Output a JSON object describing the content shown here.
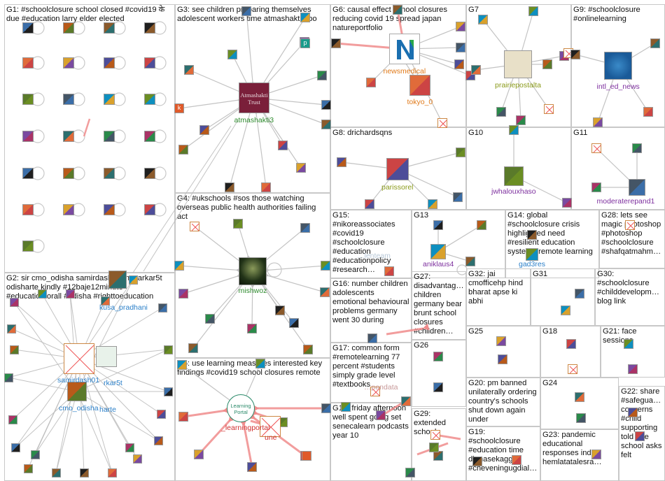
{
  "graph": {
    "groups": [
      {
        "id": "G1",
        "label": "G1: #schoolclosure school closed #covid19 के due #education larry elder elected"
      },
      {
        "id": "G2",
        "label": "G2: sir cmo_odisha samirdash01 mosarkar5t odisharte kindly #12baje12minute #educationforall #odisha #righttoeducation"
      },
      {
        "id": "G3",
        "label": "G3: see children preparing themselves adolescent workers time atmashakti3 bo"
      },
      {
        "id": "G4",
        "label": "G4: #ukschools #sos those watching overseas public health authorities failing act"
      },
      {
        "id": "G5",
        "label": "G5: use learning measures interested key findings #covid19 school closures remote"
      },
      {
        "id": "G6",
        "label": "G6: causal effect school closures reducing covid 19 spread japan natureportfolio"
      },
      {
        "id": "G7",
        "label": "G7"
      },
      {
        "id": "G8",
        "label": "G8: drichardsqns"
      },
      {
        "id": "G9",
        "label": "G9: #schoolclosure #onlinelearning"
      },
      {
        "id": "G10",
        "label": "G10"
      },
      {
        "id": "G11",
        "label": "G11"
      },
      {
        "id": "G12",
        "label": "G12: friday afternoon well spent going set senecalearn podcasts year 10"
      },
      {
        "id": "G13",
        "label": "G13"
      },
      {
        "id": "G14",
        "label": "G14: global #schoolclosure crisis highlighted need #resilient education systems remote learning"
      },
      {
        "id": "G15",
        "label": "G15: #nikoreassociates #covid19 #schoolclosure #education #educationpolicy #research…"
      },
      {
        "id": "G16",
        "label": "G16: number children adolescents emotional behavioural problems germany went 30 during"
      },
      {
        "id": "G17",
        "label": "G17: common form #remotelearning 77 percent #students simply grade level #textbooks"
      },
      {
        "id": "G18",
        "label": "G18"
      },
      {
        "id": "G19",
        "label": "G19: #schoolclosure #education time dianasekaggya #cheveningugdial…"
      },
      {
        "id": "G20",
        "label": "G20: pm banned unilaterally ordering country's schools shut down again under"
      },
      {
        "id": "G21",
        "label": "G21: face sessions"
      },
      {
        "id": "G22",
        "label": "G22: share #safegua… concerns #child supporting told one school asks felt"
      },
      {
        "id": "G23",
        "label": "G23: pandemic educational responses india hemlatatalesra…"
      },
      {
        "id": "G24",
        "label": "G24"
      },
      {
        "id": "G25",
        "label": "G25"
      },
      {
        "id": "G26",
        "label": "G26"
      },
      {
        "id": "G27",
        "label": "G27: disadvantag… children germany bear brunt school closures #children…"
      },
      {
        "id": "G28",
        "label": "G28: lets see magic photoshop #photoshop #schoolclosure #shafqatmahm…"
      },
      {
        "id": "G29",
        "label": "G29: extended school"
      },
      {
        "id": "G30",
        "label": "G30: #schoolclosure #childdevelopm… blog link"
      },
      {
        "id": "G31",
        "label": "G31"
      },
      {
        "id": "G32",
        "label": "G32: jai cmofficehp hind bharat apse ki abhi"
      }
    ],
    "node_labels": {
      "atmashakti3": "atmashakti3",
      "mishwoz": "mishwoz",
      "learningportal": "_learningportal",
      "une": "une",
      "samirdash01": "samirdash01",
      "mosarkar5t": "rkar5t",
      "cmo_odisha": "cmo_odisha",
      "odisharte": "harte",
      "kusa_pradhani": "kusa_pradhani",
      "newsmedical": "newsmedical",
      "tokyo_0": "tokyo_0",
      "prairiepostalta": "prairiepostalta",
      "intl_ed_news": "intl_ed_news",
      "parissorel": "parissorel",
      "jwhalouxhaso": "jwhalouxhaso",
      "moderaterepand1": "moderaterepand1",
      "aniklaus4": "aniklaus4",
      "gad3res": "gad3res",
      "thelearningteam": "…lenteam",
      "upandata": "…pandata"
    },
    "node_text": {
      "atmashakti_trust": "Atmashakti Trust",
      "learning_portal": "Learning Portal",
      "p_badge": "p",
      "k_badge": "k"
    }
  },
  "colors": {
    "edge": "#bdbdbd",
    "edge_strong": "#f08c8c",
    "label_green": "#2e8b2e",
    "label_blue": "#2a7fc8",
    "label_orange": "#e07a1a",
    "label_purple": "#7d2f9e",
    "label_red": "#d03030",
    "label_olive": "#8a9a1a",
    "border": "#c8c8c8"
  }
}
